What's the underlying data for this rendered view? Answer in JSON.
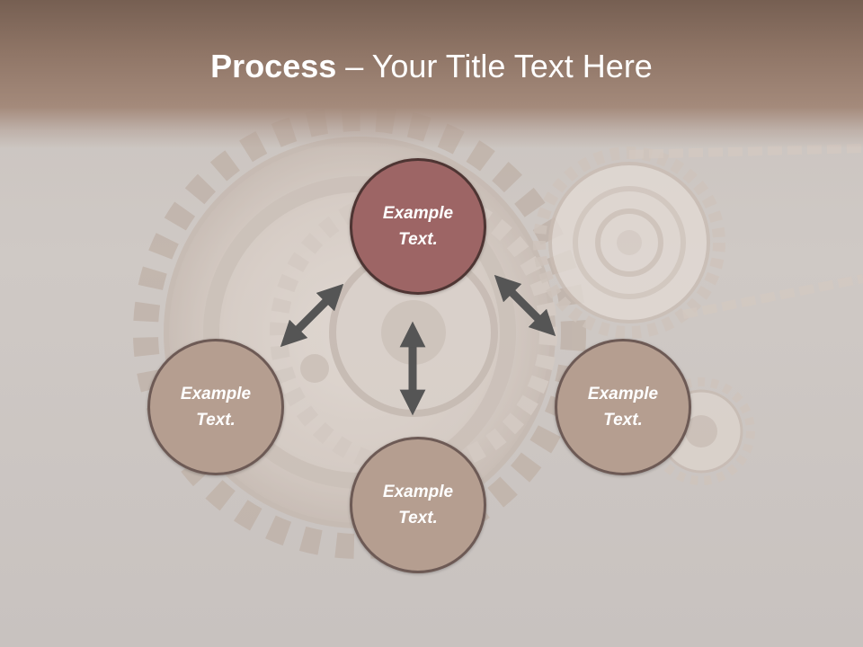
{
  "slide": {
    "title_bold": "Process",
    "title_rest": " – Your Title Text Here"
  },
  "diagram": {
    "center": {
      "line1": "Example",
      "line2": "Text."
    },
    "left": {
      "line1": "Example",
      "line2": "Text."
    },
    "right": {
      "line1": "Example",
      "line2": "Text."
    },
    "bottom": {
      "line1": "Example",
      "line2": "Text."
    }
  },
  "colors": {
    "header": "#8f7566",
    "center_fill": "#9d6565",
    "node_fill": "#b59e90",
    "arrow": "#555555"
  }
}
